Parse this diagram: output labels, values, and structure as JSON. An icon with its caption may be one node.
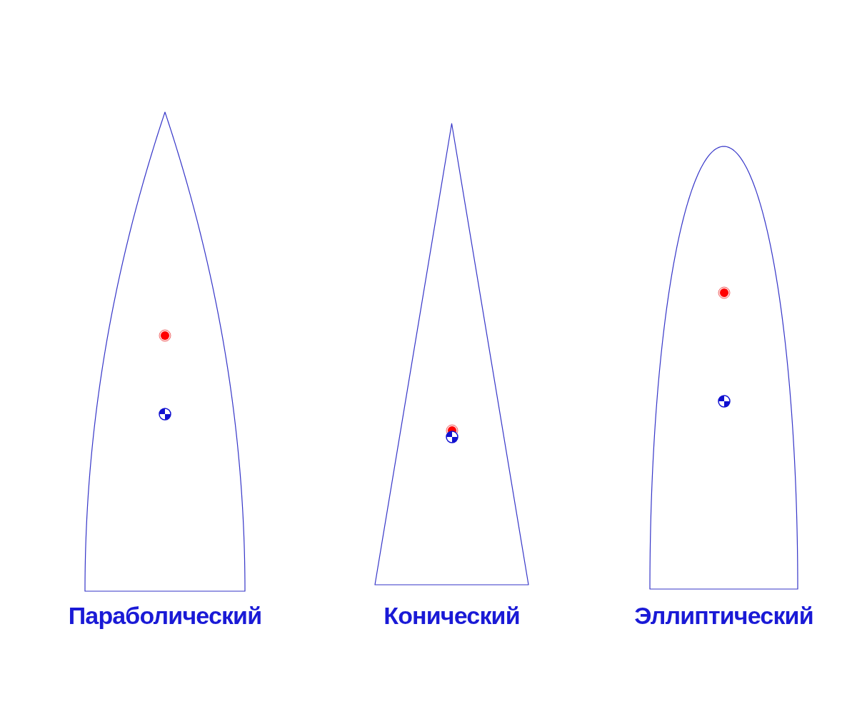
{
  "diagram": {
    "nodes": [
      {
        "text": [
          "Параболический"
        ]
      },
      {
        "text": [
          "Конический"
        ]
      },
      {
        "text": [
          "Эллиптический"
        ]
      }
    ]
  }
}
